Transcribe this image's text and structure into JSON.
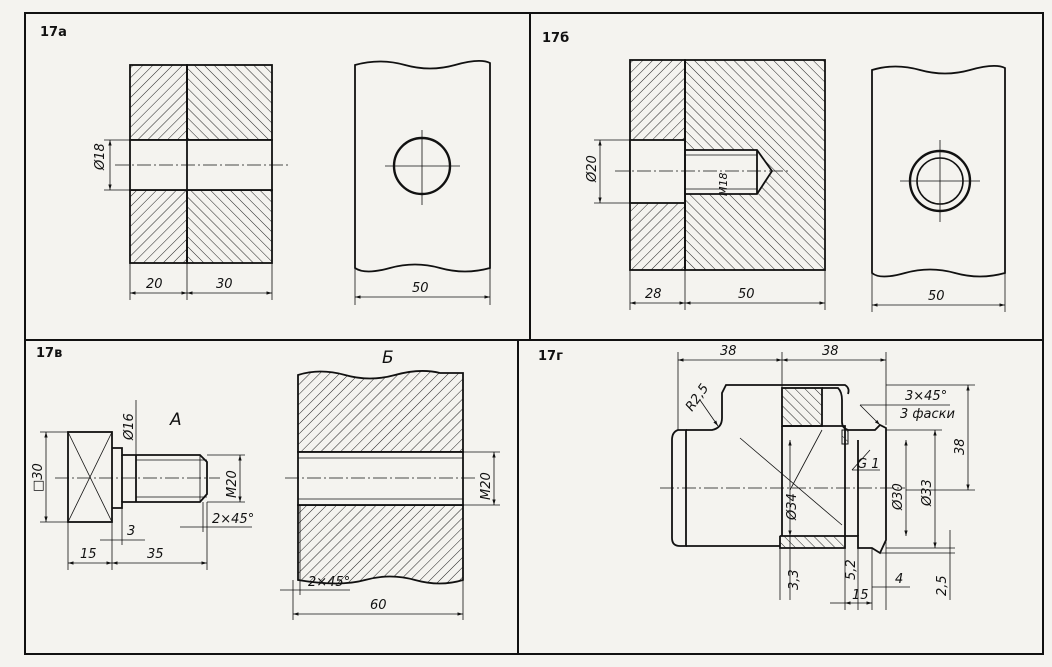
{
  "panels": {
    "a": {
      "label": "17а",
      "dims": {
        "dia": "Ø18",
        "w1": "20",
        "w2": "30",
        "w3": "50"
      }
    },
    "b": {
      "label": "17б",
      "dims": {
        "dia": "Ø20",
        "thread": "M18",
        "w1": "28",
        "w2": "50",
        "w3": "50"
      }
    },
    "c": {
      "label": "17в",
      "part_a": "А",
      "part_b": "Б",
      "dims": {
        "square": "□30",
        "dia": "Ø16",
        "thread": "M20",
        "chamfer": "2×45°",
        "groove": "3",
        "l1": "15",
        "l2": "35",
        "thread_b": "M20",
        "chamfer_b": "2×45°",
        "width_b": "60"
      }
    },
    "d": {
      "label": "17г",
      "dims": {
        "top1": "38",
        "top2": "38",
        "radius": "R2,5",
        "chamfer": "3×45°",
        "chamfer_note": "3 фаски",
        "height": "38",
        "thread": "G 1",
        "d34": "Ø34",
        "d30": "Ø30",
        "d33": "Ø33",
        "v33": "3,3",
        "v52": "5,2",
        "v15": "15",
        "v4": "4",
        "v25": "2,5"
      }
    }
  }
}
